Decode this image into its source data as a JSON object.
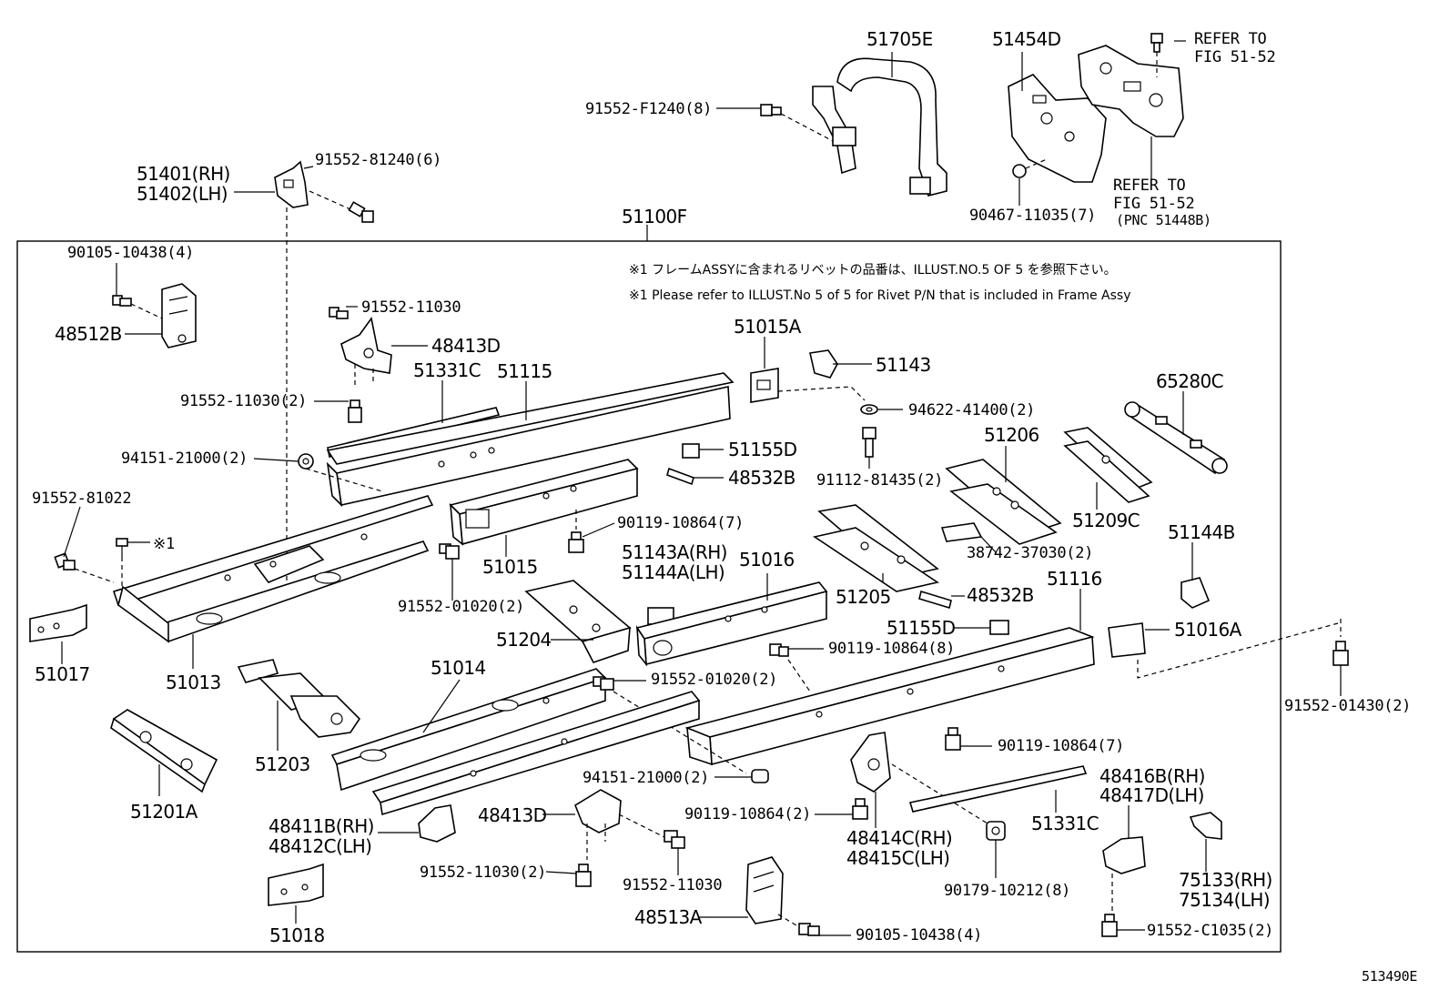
{
  "labels": {
    "p51705E": "51705E",
    "p51454D": "51454D",
    "refer_top_1": "REFER TO",
    "refer_top_2": "FIG 51-52",
    "f1240": "91552-F1240(8)",
    "refer_right_1": "REFER TO",
    "refer_right_2": "FIG 51-52",
    "refer_right_3": "(PNC 51448B)",
    "r90467": "90467-11035(7)",
    "p51401": "51401(RH)",
    "p51402": "51402(LH)",
    "b81240": "91552-81240(6)",
    "p51100F": "51100F",
    "b90105a": "90105-10438(4)",
    "p48512B": "48512B",
    "b11030a": "91552-11030",
    "p48413Da": "48413D",
    "p51331Ca": "51331C",
    "p51115": "51115",
    "b11030b": "91552-11030(2)",
    "w94151a": "94151-21000(2)",
    "p51015A": "51015A",
    "p51143": "51143",
    "w94622": "94622-41400(2)",
    "p65280C": "65280C",
    "p51155Da": "51155D",
    "p48532Ba": "48532B",
    "p51206": "51206",
    "b91112": "91112-81435(2)",
    "p51209C": "51209C",
    "b81022": "91552-81022",
    "rivet_mark": "※1",
    "b90119a": "90119-10864(7)",
    "p51015": "51015",
    "p51143A": "51143A(RH)",
    "p51144A": "51144A(LH)",
    "p51016": "51016",
    "p38742": "38742-37030(2)",
    "p51144B": "51144B",
    "p51205": "51205",
    "p48532Bb": "48532B",
    "p51116": "51116",
    "b01020a": "91552-01020(2)",
    "p51204": "51204",
    "p51155Db": "51155D",
    "p51016A": "51016A",
    "p51017": "51017",
    "p51013": "51013",
    "b90119b": "90119-10864(8)",
    "p51014": "51014",
    "b01020b": "91552-01020(2)",
    "b01430": "91552-01430(2)",
    "b90119c": "90119-10864(7)",
    "p51203": "51203",
    "w94151b": "94151-21000(2)",
    "p48416B": "48416B(RH)",
    "p48417D": "48417D(LH)",
    "p51201A": "51201A",
    "p48413Db": "48413D",
    "b90119d": "90119-10864(2)",
    "p51331Cb": "51331C",
    "p48411B": "48411B(RH)",
    "p48412C": "48412C(LH)",
    "p48414C": "48414C(RH)",
    "p48415C": "48415C(LH)",
    "b11030c": "91552-11030(2)",
    "b11030d": "91552-11030",
    "b90179": "90179-10212(8)",
    "p75133": "75133(RH)",
    "p75134": "75134(LH)",
    "p51018": "51018",
    "p48513A": "48513A",
    "b90105b": "90105-10438(4)",
    "bC1035": "91552-C1035(2)",
    "fig_id": "513490E"
  },
  "notes": {
    "note_jp": "※1 フレームASSYに含まれるリベットの品番は、ILLUST.NO.5  OF  5  を参照下さい。",
    "note_en": "※1 Please refer to ILLUST.No 5 of 5 for Rivet P/N that is included in Frame Assy"
  }
}
